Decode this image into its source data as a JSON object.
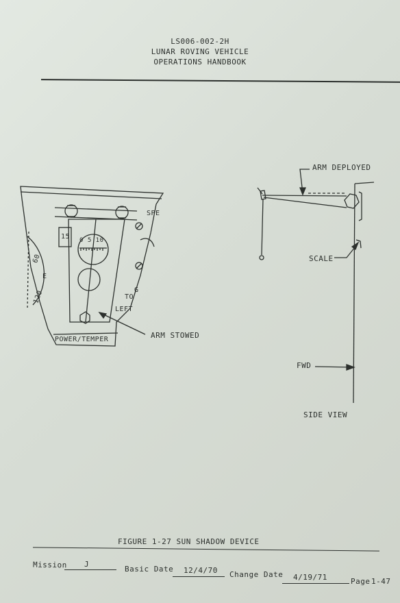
{
  "header": {
    "doc_number": "LS006-002-2H",
    "title_line1": "LUNAR ROVING VEHICLE",
    "title_line2": "OPERATIONS HANDBOOK"
  },
  "figure": {
    "dial_numbers": "0 5 10",
    "label_15": "15",
    "label_60": "60",
    "label_e": "E",
    "label_120": "120",
    "label_spe": "SPE",
    "label_to": "TO",
    "label_g": "G",
    "label_left": "LEFT",
    "label_power_temper": "POWER/TEMPER",
    "callout_arm_stowed": "ARM STOWED",
    "callout_arm_deployed": "ARM DEPLOYED",
    "callout_scale": "SCALE",
    "callout_fwd": "FWD",
    "side_view_label": "SIDE VIEW",
    "caption": "FIGURE 1-27  SUN SHADOW DEVICE"
  },
  "footer": {
    "mission_label": "Mission",
    "mission_value": "J",
    "basic_date_label": "Basic Date",
    "basic_date_value": "12/4/70",
    "change_date_label": "Change Date",
    "change_date_value": "4/19/71",
    "page_label": "Page",
    "page_value": "1-47"
  }
}
